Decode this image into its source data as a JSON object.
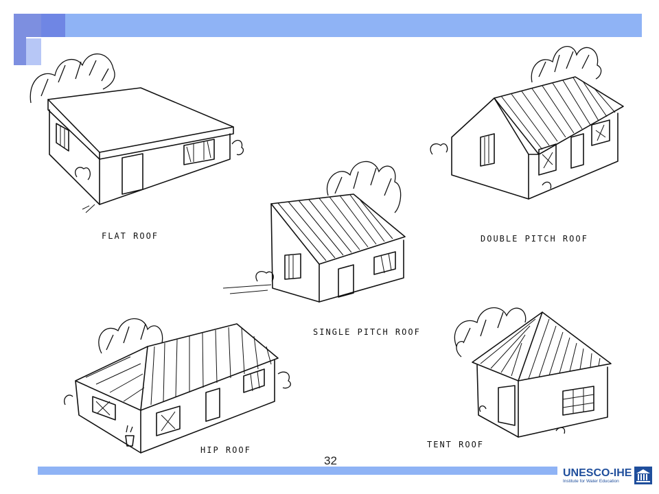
{
  "slide_number": "32",
  "captions": {
    "flat": "FLAT ROOF",
    "double": "DOUBLE PITCH ROOF",
    "single": "SINGLE PITCH ROOF",
    "hip": "HIP ROOF",
    "tent": "TENT ROOF"
  },
  "logo": {
    "main": "UNESCO-IHE",
    "sub": "Institute for Water Education"
  },
  "colors": {
    "bar": "#8fb3f5",
    "square_dark": "#7d8fe0",
    "logo": "#1f4e9c"
  }
}
